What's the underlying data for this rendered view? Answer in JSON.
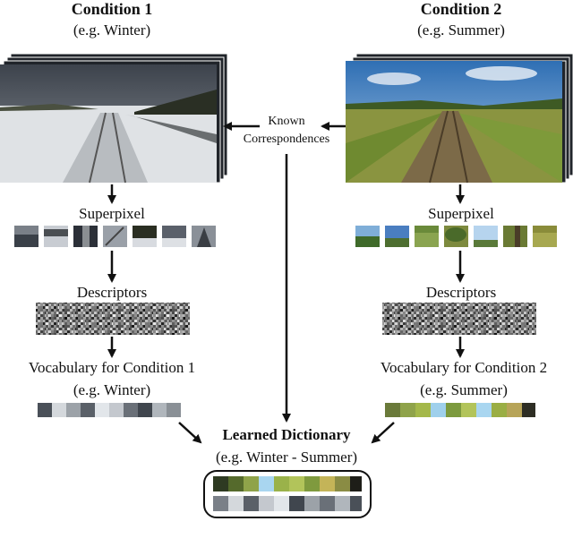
{
  "left": {
    "title": "Condition 1",
    "subtitle": "(e.g. Winter)",
    "superpixel_label": "Superpixel",
    "descriptors_label": "Descriptors",
    "vocab_label": "Vocabulary for Condition 1",
    "vocab_sub": "(e.g. Winter)"
  },
  "right": {
    "title": "Condition 2",
    "subtitle": "(e.g. Summer)",
    "superpixel_label": "Superpixel",
    "descriptors_label": "Descriptors",
    "vocab_label": "Vocabulary for Condition 2",
    "vocab_sub": "(e.g. Summer)"
  },
  "center": {
    "known_line1": "Known",
    "known_line2": "Correspondences"
  },
  "dictionary": {
    "title": "Learned Dictionary",
    "subtitle": "(e.g. Winter - Summer)"
  },
  "colors": {
    "winter_sky": "#5a6470",
    "winter_snow": "#e4e6e8",
    "summer_sky": "#3f78b8",
    "summer_grass": "#7f8a3a",
    "arrow": "#111111"
  }
}
